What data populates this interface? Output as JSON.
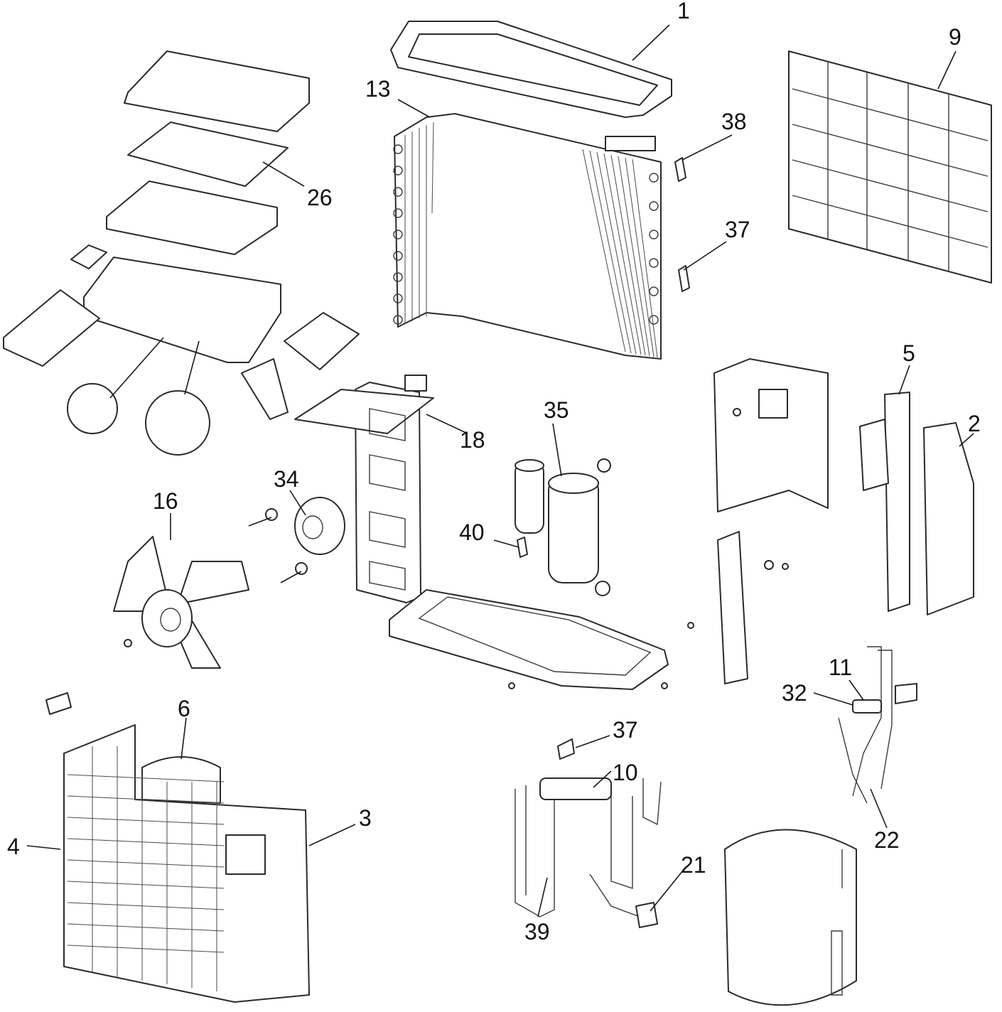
{
  "callouts": [
    {
      "id": "1",
      "label": "1"
    },
    {
      "id": "2",
      "label": "2"
    },
    {
      "id": "3",
      "label": "3"
    },
    {
      "id": "4",
      "label": "4"
    },
    {
      "id": "5",
      "label": "5"
    },
    {
      "id": "6",
      "label": "6"
    },
    {
      "id": "9",
      "label": "9"
    },
    {
      "id": "10",
      "label": "10"
    },
    {
      "id": "11",
      "label": "11"
    },
    {
      "id": "13",
      "label": "13"
    },
    {
      "id": "16",
      "label": "16"
    },
    {
      "id": "18",
      "label": "18"
    },
    {
      "id": "21",
      "label": "21"
    },
    {
      "id": "22",
      "label": "22"
    },
    {
      "id": "26",
      "label": "26"
    },
    {
      "id": "32",
      "label": "32"
    },
    {
      "id": "34",
      "label": "34"
    },
    {
      "id": "35",
      "label": "35"
    },
    {
      "id": "37a",
      "label": "37"
    },
    {
      "id": "37b",
      "label": "37"
    },
    {
      "id": "38",
      "label": "38"
    },
    {
      "id": "39",
      "label": "39"
    },
    {
      "id": "40",
      "label": "40"
    }
  ]
}
